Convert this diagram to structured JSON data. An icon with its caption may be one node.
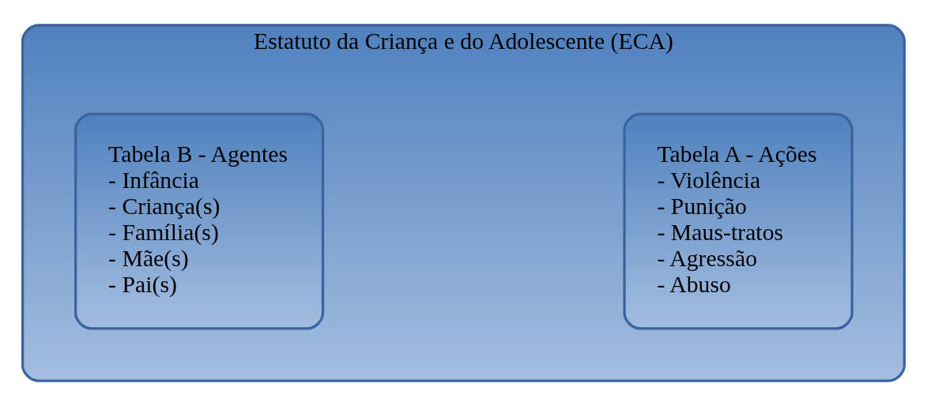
{
  "diagram": {
    "nodes": [
      {
        "text": [
          "Estatuto da Criança e do Adolescente (ECA)"
        ]
      },
      {
        "text": [
          "Tabela A - Ações",
          "- Violência",
          "- Punição",
          "- Maus-tratos",
          "- Agressão",
          "- Abuso"
        ],
        "in": 0
      },
      {
        "text": [
          "Tabela B - Agentes",
          "- Infância",
          "- Criança(s)",
          "- Família(s)",
          "- Mãe(s)",
          "- Pai(s)"
        ],
        "in": 0
      }
    ],
    "edges": []
  }
}
